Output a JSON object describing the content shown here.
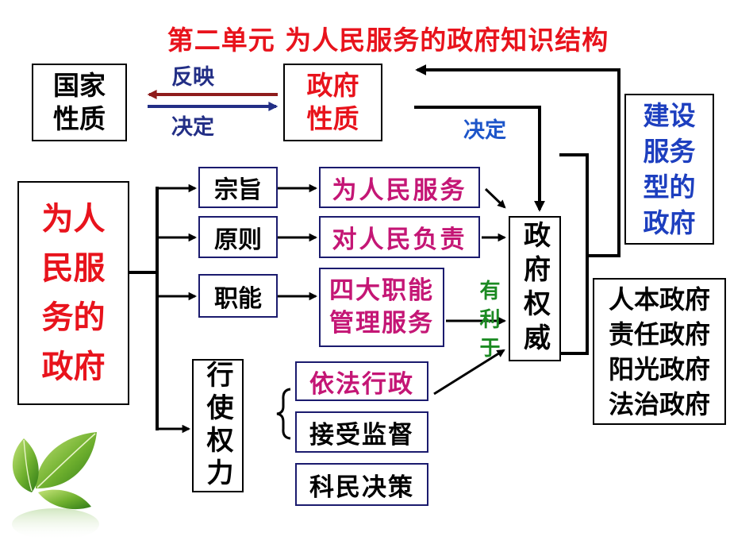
{
  "title": "第二单元 为人民服务的政府知识结构",
  "top": {
    "state_nature": [
      "国家",
      "性质"
    ],
    "gov_nature": [
      "政府",
      "性质"
    ],
    "reflect_label": "反映",
    "decide_label": "决定",
    "decide_label_2": "决定"
  },
  "core": {
    "people_gov": [
      "为人",
      "民服",
      "务的",
      "政府"
    ]
  },
  "branches": {
    "purpose": "宗旨",
    "principle": "原则",
    "function": "职能",
    "exercise_power": "行使权力"
  },
  "contents": {
    "serve_people": "为人民服务",
    "responsible": "对人民负责",
    "functions": [
      "四大职能",
      "管理服务"
    ],
    "rule_by_law": "依法行政",
    "supervision": "接受监督",
    "decision": "科民决策"
  },
  "authority": "政府权威",
  "beneficial": "有利于",
  "service_gov": [
    "建设",
    "服务",
    "型的",
    "政府"
  ],
  "gov_types": [
    "人本政府",
    "责任政府",
    "阳光政府",
    "法治政府"
  ],
  "colors": {
    "title": "#e8131c",
    "red_text": "#e8131c",
    "pink": "#c41675",
    "navy": "#232f86",
    "blue": "#1d55c9",
    "green": "#1b8a22",
    "dark_red": "#8f1c1c",
    "service_blue": "#1d3fbf"
  }
}
